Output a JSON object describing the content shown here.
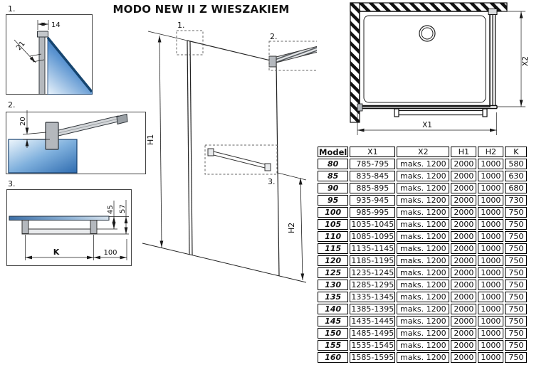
{
  "title": "MODO NEW II Z WIESZAKIEM",
  "colors": {
    "glass_blue_dark": "#1d4f96",
    "glass_blue_mid": "#5c95d1",
    "glass_blue_light": "#e9f3fb",
    "metal_gray": "#b4b8bd",
    "line": "#1a1a1a"
  },
  "detail1": {
    "label": "1.",
    "dim_top": "14",
    "dim_diag": "21"
  },
  "detail2": {
    "label": "2.",
    "dim_height": "20"
  },
  "detail3": {
    "label": "3.",
    "dim_inner": "45",
    "dim_outer": "57",
    "dim_span": "K",
    "dim_offset": "100"
  },
  "elevation": {
    "callout1": "1.",
    "callout2": "2.",
    "callout3": "3.",
    "dim_height_full": "H1",
    "dim_height_hanger": "H2"
  },
  "plan": {
    "dim_width": "X1",
    "dim_depth": "X2"
  },
  "table": {
    "headers": [
      "Model",
      "X1",
      "X2",
      "H1",
      "H2",
      "K"
    ],
    "rows": [
      [
        "80",
        "785-795",
        "maks. 1200",
        "2000",
        "1000",
        "580"
      ],
      [
        "85",
        "835-845",
        "maks. 1200",
        "2000",
        "1000",
        "630"
      ],
      [
        "90",
        "885-895",
        "maks. 1200",
        "2000",
        "1000",
        "680"
      ],
      [
        "95",
        "935-945",
        "maks. 1200",
        "2000",
        "1000",
        "730"
      ],
      [
        "100",
        "985-995",
        "maks. 1200",
        "2000",
        "1000",
        "750"
      ],
      [
        "105",
        "1035-1045",
        "maks. 1200",
        "2000",
        "1000",
        "750"
      ],
      [
        "110",
        "1085-1095",
        "maks. 1200",
        "2000",
        "1000",
        "750"
      ],
      [
        "115",
        "1135-1145",
        "maks. 1200",
        "2000",
        "1000",
        "750"
      ],
      [
        "120",
        "1185-1195",
        "maks. 1200",
        "2000",
        "1000",
        "750"
      ],
      [
        "125",
        "1235-1245",
        "maks. 1200",
        "2000",
        "1000",
        "750"
      ],
      [
        "130",
        "1285-1295",
        "maks. 1200",
        "2000",
        "1000",
        "750"
      ],
      [
        "135",
        "1335-1345",
        "maks. 1200",
        "2000",
        "1000",
        "750"
      ],
      [
        "140",
        "1385-1395",
        "maks. 1200",
        "2000",
        "1000",
        "750"
      ],
      [
        "145",
        "1435-1445",
        "maks. 1200",
        "2000",
        "1000",
        "750"
      ],
      [
        "150",
        "1485-1495",
        "maks. 1200",
        "2000",
        "1000",
        "750"
      ],
      [
        "155",
        "1535-1545",
        "maks. 1200",
        "2000",
        "1000",
        "750"
      ],
      [
        "160",
        "1585-1595",
        "maks. 1200",
        "2000",
        "1000",
        "750"
      ]
    ]
  }
}
